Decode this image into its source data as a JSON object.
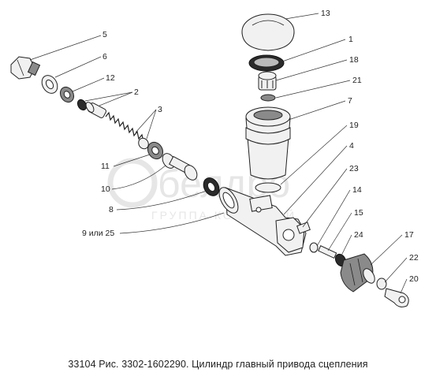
{
  "caption": "33104 Рис. 3302-1602290. Цилиндр главный привода сцепления",
  "watermark": {
    "brand": "белдро",
    "subtitle": "ГРУППА КОМПАНИЙ"
  },
  "callouts": [
    {
      "id": "13",
      "label": "13"
    },
    {
      "id": "1",
      "label": "1"
    },
    {
      "id": "18",
      "label": "18"
    },
    {
      "id": "21",
      "label": "21"
    },
    {
      "id": "7",
      "label": "7"
    },
    {
      "id": "19",
      "label": "19"
    },
    {
      "id": "4",
      "label": "4"
    },
    {
      "id": "23",
      "label": "23"
    },
    {
      "id": "14",
      "label": "14"
    },
    {
      "id": "15",
      "label": "15"
    },
    {
      "id": "24",
      "label": "24"
    },
    {
      "id": "17",
      "label": "17"
    },
    {
      "id": "22",
      "label": "22"
    },
    {
      "id": "20",
      "label": "20"
    },
    {
      "id": "5",
      "label": "5"
    },
    {
      "id": "6",
      "label": "6"
    },
    {
      "id": "12",
      "label": "12"
    },
    {
      "id": "2",
      "label": "2"
    },
    {
      "id": "3",
      "label": "3"
    },
    {
      "id": "11",
      "label": "11"
    },
    {
      "id": "10",
      "label": "10"
    },
    {
      "id": "8",
      "label": "8"
    },
    {
      "id": "9-25",
      "label": "9 или 25"
    }
  ]
}
